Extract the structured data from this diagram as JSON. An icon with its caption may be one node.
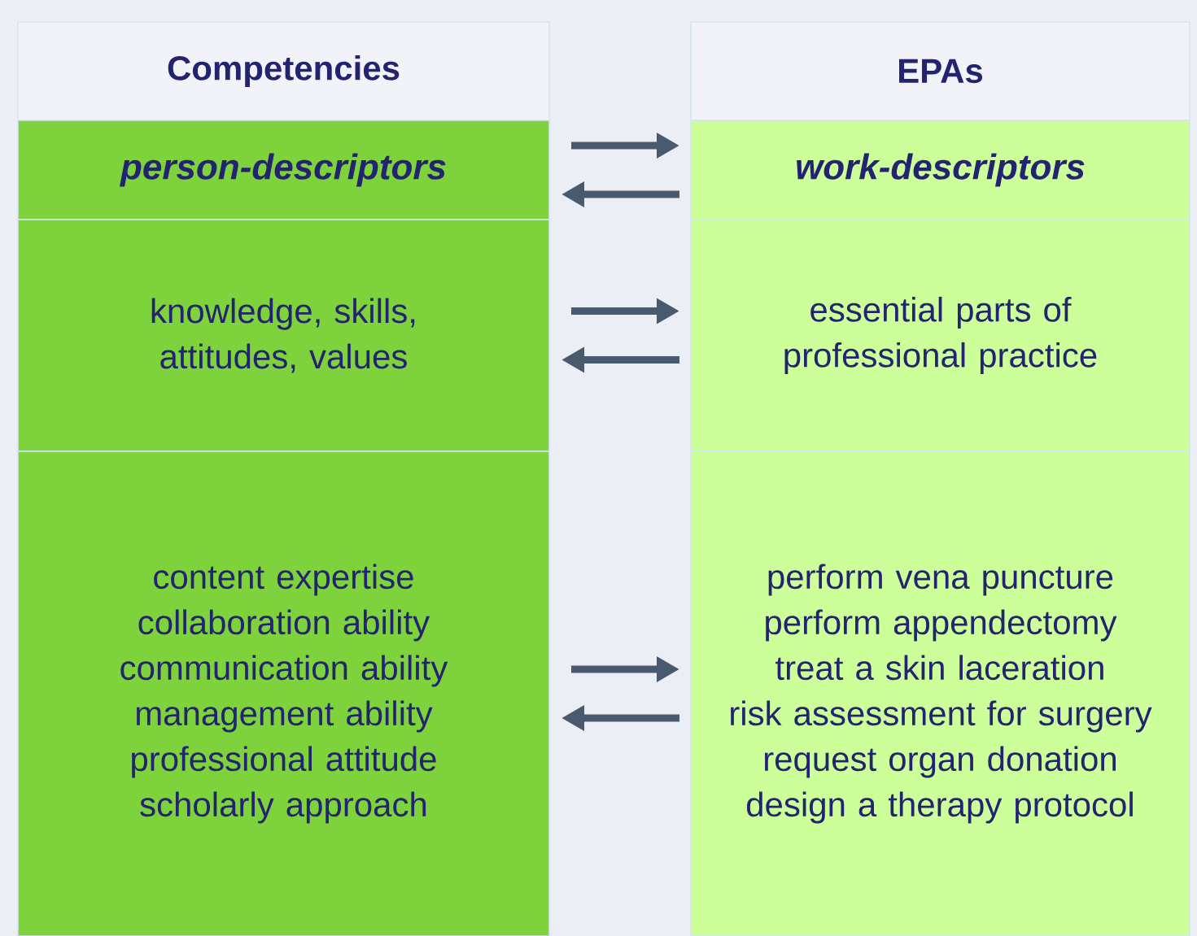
{
  "diagram": {
    "nodes": [
      {
        "text": [
          "Competencies"
        ]
      },
      {
        "text": [
          "EPAs"
        ]
      },
      {
        "text": [
          "*person-descriptors*"
        ]
      },
      {
        "text": [
          "*work-descriptors*"
        ]
      },
      {
        "text": [
          "knowledge, skills, attitudes, values"
        ]
      },
      {
        "text": [
          "essential parts of professional practice"
        ]
      },
      {
        "text": [
          "content expertise",
          "collaboration ability",
          "communication ability",
          "management ability",
          "professional attitude",
          "scholarly approach"
        ]
      },
      {
        "text": [
          "perform vena puncture",
          "perform appendectomy",
          "treat a skin laceration",
          "risk assessment for surgery",
          "request organ donation",
          "design a therapy protocol"
        ]
      }
    ],
    "edges": [
      {
        "from": 2,
        "to": 3,
        "arrow": "to"
      },
      {
        "from": 3,
        "to": 2,
        "arrow": "to"
      },
      {
        "from": 4,
        "to": 5,
        "arrow": "to"
      },
      {
        "from": 5,
        "to": 4,
        "arrow": "to"
      },
      {
        "from": 6,
        "to": 7,
        "arrow": "to"
      },
      {
        "from": 7,
        "to": 6,
        "arrow": "to"
      }
    ]
  }
}
